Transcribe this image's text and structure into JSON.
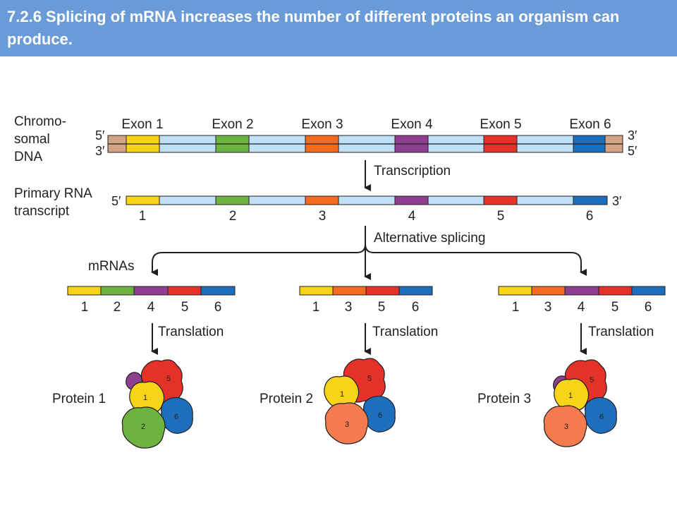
{
  "header": {
    "title": "7.2.6 Splicing of mRNA increases the number of different proteins an organism can produce."
  },
  "colors": {
    "header_bg": "#6a9bd8",
    "exon1": "#f7d417",
    "exon2": "#6db33f",
    "exon3": "#f26b21",
    "exon4": "#8e3f8f",
    "exon5": "#e4322b",
    "exon6": "#1d6fbd",
    "intron": "#bfe0f6",
    "flank": "#d3a485"
  },
  "diagram": {
    "dna_label": [
      "Chromo-",
      "somal",
      "DNA"
    ],
    "exon_labels": [
      "Exon 1",
      "Exon 2",
      "Exon 3",
      "Exon 4",
      "Exon 5",
      "Exon 6"
    ],
    "dna_left_ends": [
      "5′",
      "3′"
    ],
    "dna_right_ends": [
      "3′",
      "5′"
    ],
    "step_transcription": "Transcription",
    "primary_label": [
      "Primary RNA",
      "transcript"
    ],
    "primary_left_end": "5′",
    "primary_right_end": "3′",
    "primary_numbers": [
      "1",
      "2",
      "3",
      "4",
      "5",
      "6"
    ],
    "step_splicing": "Alternative splicing",
    "mrnas_label": "mRNAs",
    "mrna_numbers": [
      [
        "1",
        "2",
        "4",
        "5",
        "6"
      ],
      [
        "1",
        "3",
        "5",
        "6"
      ],
      [
        "1",
        "3",
        "4",
        "5",
        "6"
      ]
    ],
    "step_translation": "Translation",
    "proteins": [
      {
        "label": "Protein 1",
        "subunits": [
          "5",
          "1",
          "6",
          "2"
        ]
      },
      {
        "label": "Protein 2",
        "subunits": [
          "5",
          "1",
          "6",
          "3"
        ]
      },
      {
        "label": "Protein 3",
        "subunits": [
          "5",
          "1",
          "6",
          "3"
        ]
      }
    ]
  }
}
